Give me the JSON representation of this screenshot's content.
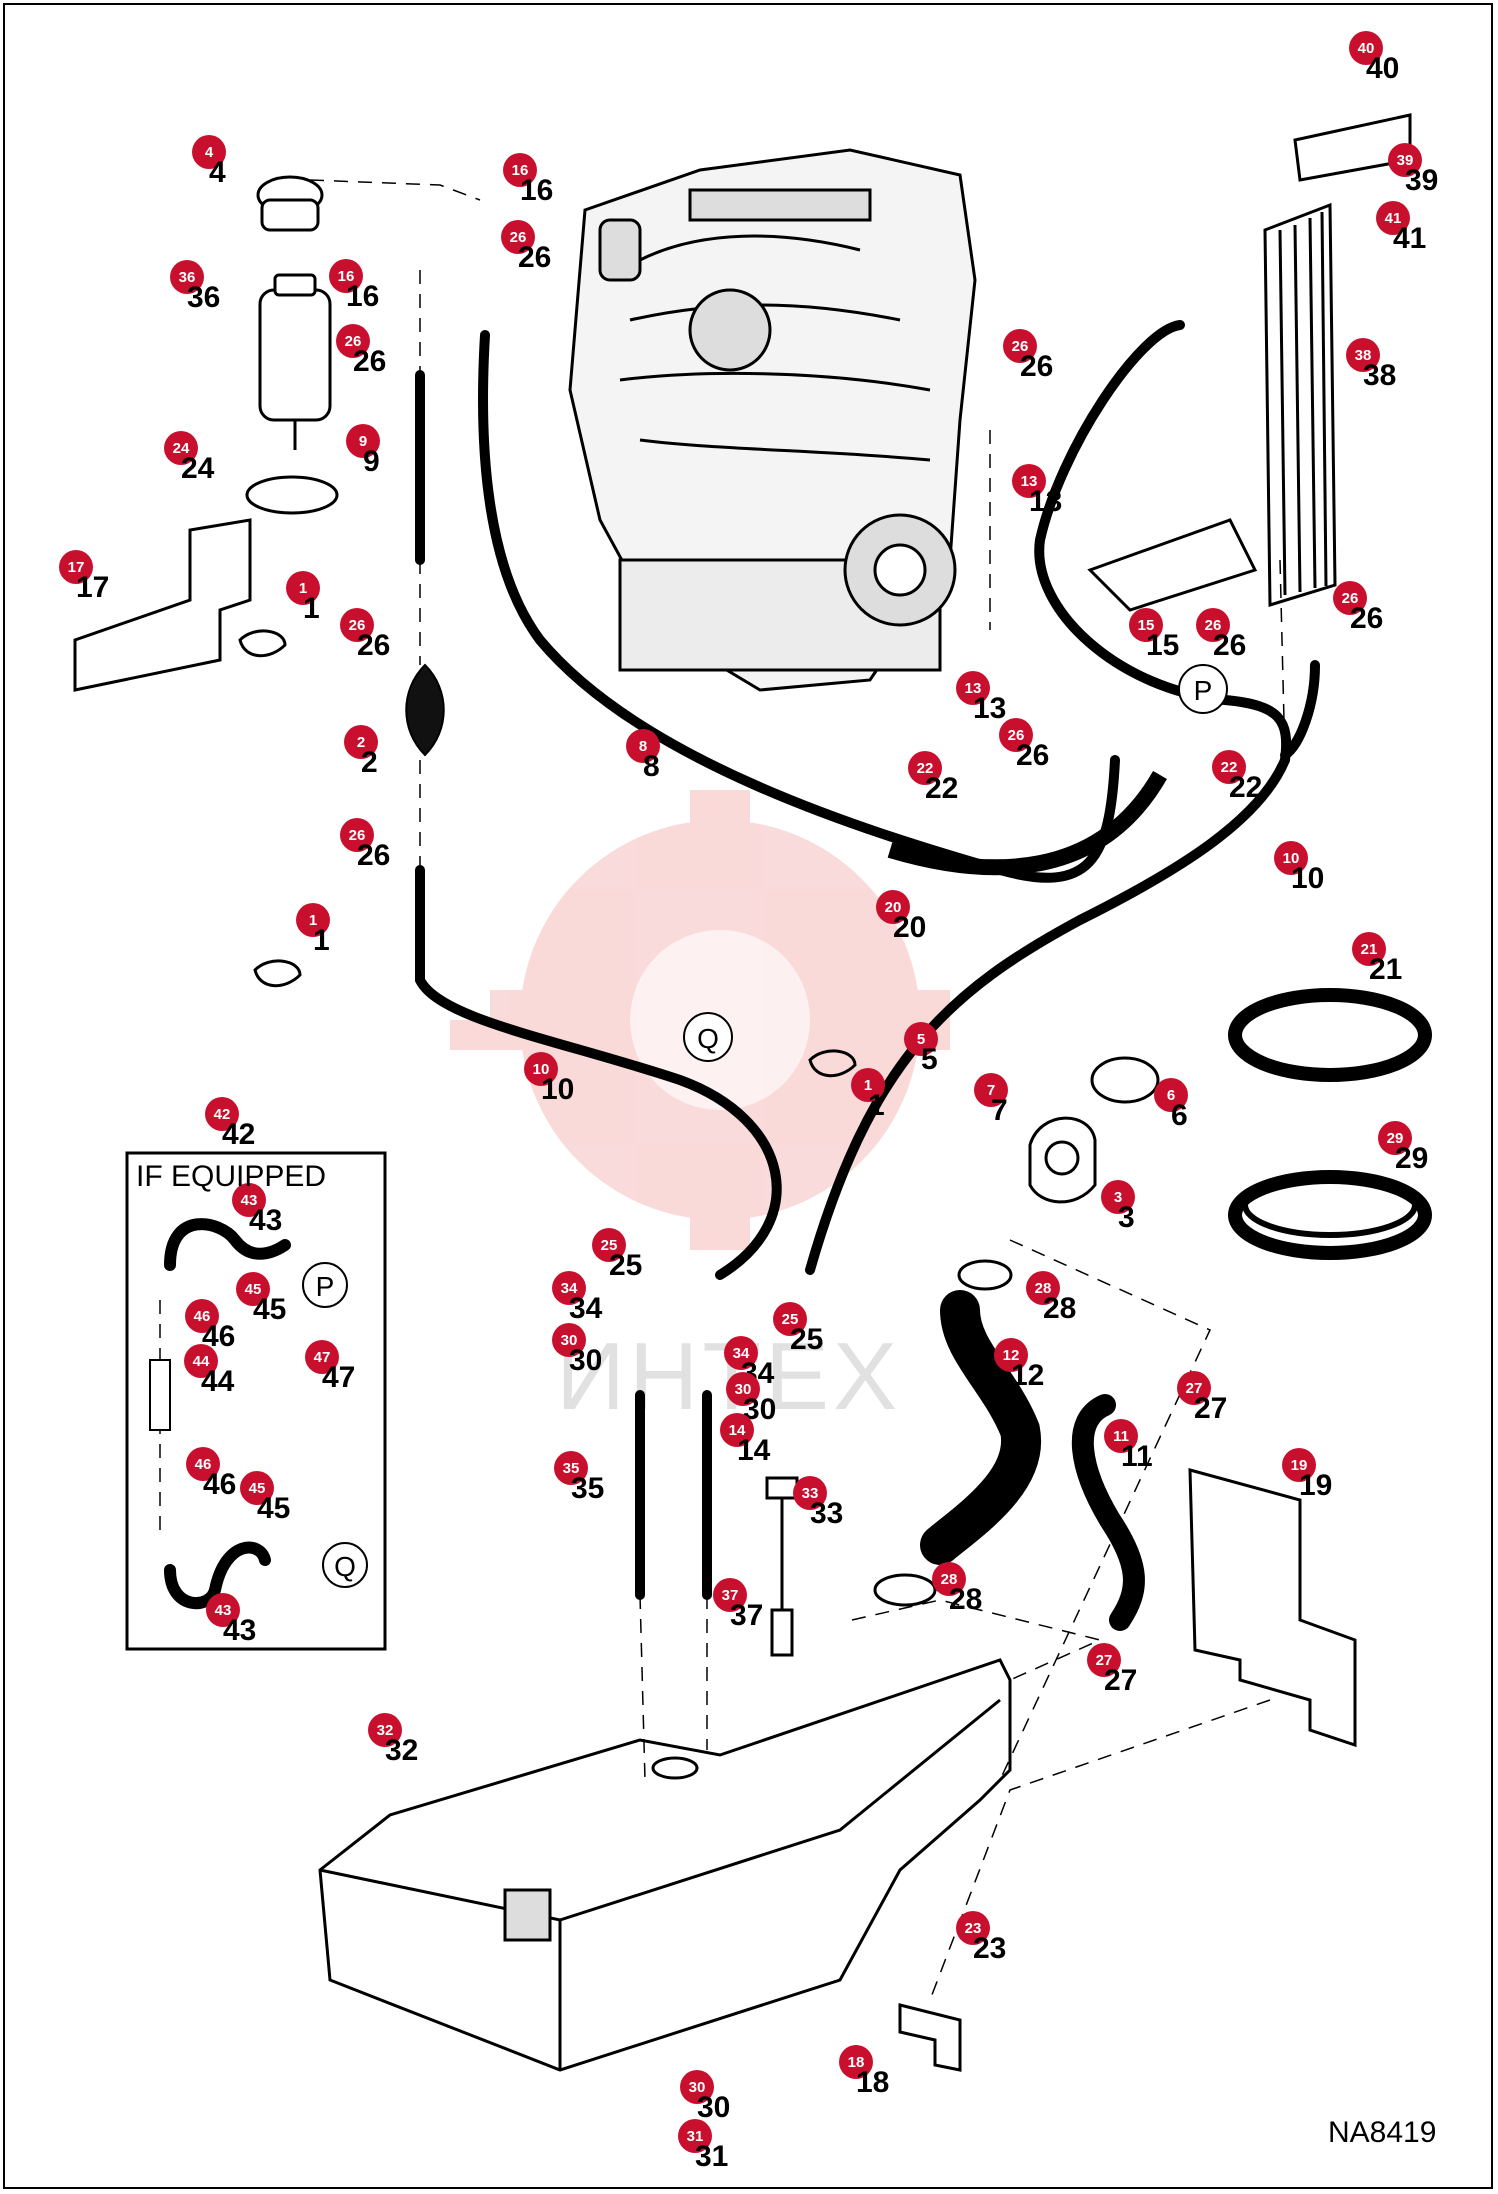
{
  "diagram": {
    "inset_title": "IF EQUIPPED",
    "drawing_code": "NA8419",
    "watermark_text": "ИНТЕХ",
    "badge_color": "#c8102e",
    "connector_markers": [
      "P",
      "Q"
    ],
    "part_labels": [
      {
        "id": "c40",
        "num": "40"
      },
      {
        "id": "c39",
        "num": "39"
      },
      {
        "id": "c41",
        "num": "41"
      },
      {
        "id": "c38",
        "num": "38"
      },
      {
        "id": "c4",
        "num": "4"
      },
      {
        "id": "c16a",
        "num": "16"
      },
      {
        "id": "c16b",
        "num": "16"
      },
      {
        "id": "c26a",
        "num": "26"
      },
      {
        "id": "c26b",
        "num": "26"
      },
      {
        "id": "c36",
        "num": "36"
      },
      {
        "id": "c9",
        "num": "9"
      },
      {
        "id": "c24",
        "num": "24"
      },
      {
        "id": "c17",
        "num": "17"
      },
      {
        "id": "c1a",
        "num": "1"
      },
      {
        "id": "c26c",
        "num": "26"
      },
      {
        "id": "c2",
        "num": "2"
      },
      {
        "id": "c26d",
        "num": "26"
      },
      {
        "id": "c1b",
        "num": "1"
      },
      {
        "id": "c26e",
        "num": "26"
      },
      {
        "id": "c13a",
        "num": "13"
      },
      {
        "id": "c15",
        "num": "15"
      },
      {
        "id": "c26f",
        "num": "26"
      },
      {
        "id": "c26g",
        "num": "26"
      },
      {
        "id": "c13b",
        "num": "13"
      },
      {
        "id": "c26h",
        "num": "26"
      },
      {
        "id": "c8",
        "num": "8"
      },
      {
        "id": "c22a",
        "num": "22"
      },
      {
        "id": "c22b",
        "num": "22"
      },
      {
        "id": "c20",
        "num": "20"
      },
      {
        "id": "c10a",
        "num": "10"
      },
      {
        "id": "c10b",
        "num": "10"
      },
      {
        "id": "c21",
        "num": "21"
      },
      {
        "id": "c5",
        "num": "5"
      },
      {
        "id": "c1c",
        "num": "1"
      },
      {
        "id": "c7",
        "num": "7"
      },
      {
        "id": "c6",
        "num": "6"
      },
      {
        "id": "c3",
        "num": "3"
      },
      {
        "id": "c29",
        "num": "29"
      },
      {
        "id": "c42",
        "num": "42"
      },
      {
        "id": "c43a",
        "num": "43"
      },
      {
        "id": "c45a",
        "num": "45"
      },
      {
        "id": "c46a",
        "num": "46"
      },
      {
        "id": "c44",
        "num": "44"
      },
      {
        "id": "c47",
        "num": "47"
      },
      {
        "id": "c46b",
        "num": "46"
      },
      {
        "id": "c45b",
        "num": "45"
      },
      {
        "id": "c43b",
        "num": "43"
      },
      {
        "id": "c25a",
        "num": "25"
      },
      {
        "id": "c34a",
        "num": "34"
      },
      {
        "id": "c25b",
        "num": "25"
      },
      {
        "id": "c34b",
        "num": "34"
      },
      {
        "id": "c30a",
        "num": "30"
      },
      {
        "id": "c30b",
        "num": "30"
      },
      {
        "id": "c14",
        "num": "14"
      },
      {
        "id": "c35",
        "num": "35"
      },
      {
        "id": "c33",
        "num": "33"
      },
      {
        "id": "c37",
        "num": "37"
      },
      {
        "id": "c28a",
        "num": "28"
      },
      {
        "id": "c12",
        "num": "12"
      },
      {
        "id": "c27a",
        "num": "27"
      },
      {
        "id": "c11",
        "num": "11"
      },
      {
        "id": "c19",
        "num": "19"
      },
      {
        "id": "c28b",
        "num": "28"
      },
      {
        "id": "c27b",
        "num": "27"
      },
      {
        "id": "c32",
        "num": "32"
      },
      {
        "id": "c23",
        "num": "23"
      },
      {
        "id": "c18",
        "num": "18"
      },
      {
        "id": "c30c",
        "num": "30"
      },
      {
        "id": "c31",
        "num": "31"
      }
    ]
  }
}
